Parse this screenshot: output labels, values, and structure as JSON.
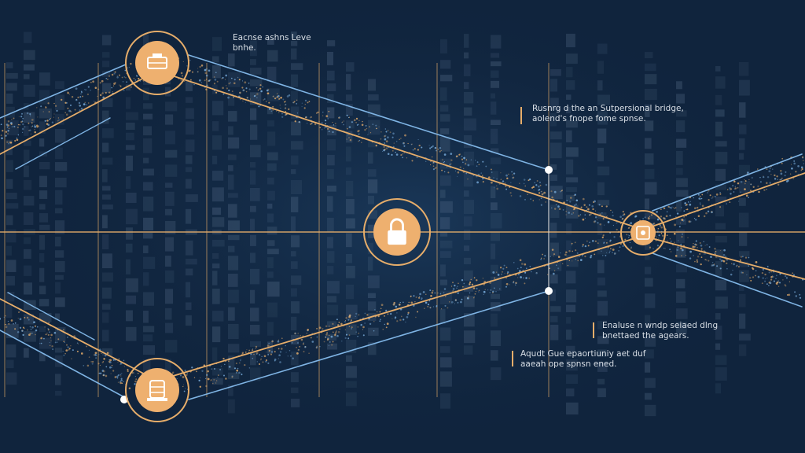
{
  "colors": {
    "background": "#10243d",
    "gold": "#e6ad6a",
    "blue": "#7fb4e4",
    "node_fill": "#eeb06f",
    "text": "#d9dfe6"
  },
  "nodes": [
    {
      "id": "top-left",
      "icon": "server-stack-icon"
    },
    {
      "id": "center",
      "icon": "padlock-icon"
    },
    {
      "id": "right",
      "icon": "circuit-hub-icon"
    },
    {
      "id": "bottom-left",
      "icon": "database-icon"
    }
  ],
  "labels": {
    "top_left": [
      "Eacnse ashns Leve",
      "bnhe."
    ],
    "top_right": [
      "Rusnrg d the an Sutpersional bridge,",
      "aolend's fnope fome spnse."
    ],
    "mid_right": [
      "Enaluse n wndp seiaed dlng",
      "bnettaed the agears."
    ],
    "bottom_right": [
      "Aqudt Gue epaortiuniy aet duf",
      "aaeah ope spnsn ened."
    ]
  }
}
